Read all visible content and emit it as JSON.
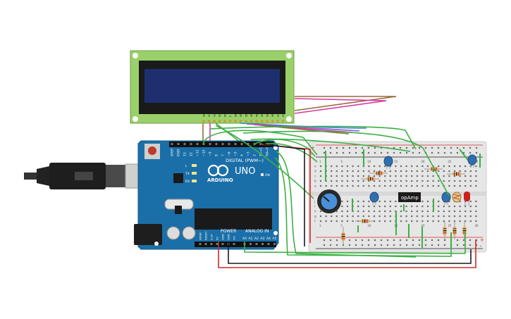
{
  "lcd": {
    "pin_labels": [
      "GND",
      "VCC",
      "V0",
      "RS",
      "RW",
      "E",
      "DB0",
      "DB1",
      "DB2",
      "DB3",
      "DB4",
      "DB5",
      "DB6",
      "DB7",
      "LED",
      "LED"
    ]
  },
  "arduino": {
    "logo": "UNO",
    "brand": "ARDUINO",
    "digital_label": "DIGITAL (PWM~)",
    "power_label": "POWER",
    "analog_label": "ANALOG IN",
    "digital_pins": [
      "AREF",
      "GND",
      "13",
      "12",
      "~11",
      "~10",
      "~9",
      "8",
      "7",
      "~6",
      "~5",
      "4",
      "~3",
      "2",
      "TX→1",
      "RX←0"
    ],
    "power_pins": [
      "IOREF",
      "RESET",
      "3.3V",
      "5V",
      "GND",
      "GND",
      "Vin"
    ],
    "analog_pins": [
      "A0",
      "A1",
      "A2",
      "A3",
      "A4",
      "A5"
    ],
    "led_labels": [
      "L",
      "TX",
      "RX"
    ],
    "on_label": "ON"
  },
  "breadboard": {
    "column_numbers": [
      "1",
      "5",
      "10",
      "15",
      "20",
      "25",
      "30"
    ],
    "row_letters_top": [
      "a",
      "b",
      "c",
      "d",
      "e"
    ],
    "row_letters_bottom": [
      "f",
      "g",
      "h",
      "i",
      "j"
    ],
    "rail_plus": "+",
    "rail_minus": "-"
  },
  "components": {
    "opamp_label": "opAmp"
  },
  "colors": {
    "wire_green": "#3cb043",
    "wire_red": "#d62828",
    "wire_black": "#1a1a1a",
    "wire_brown": "#9a6a3a",
    "wire_magenta": "#d63aa0",
    "wire_purple": "#8a5ad6",
    "wire_blue": "#3a8ad6",
    "arduino_blue": "#1b6fa8",
    "lcd_green": "#9ad06a",
    "lcd_screen": "#1d2f6e"
  }
}
